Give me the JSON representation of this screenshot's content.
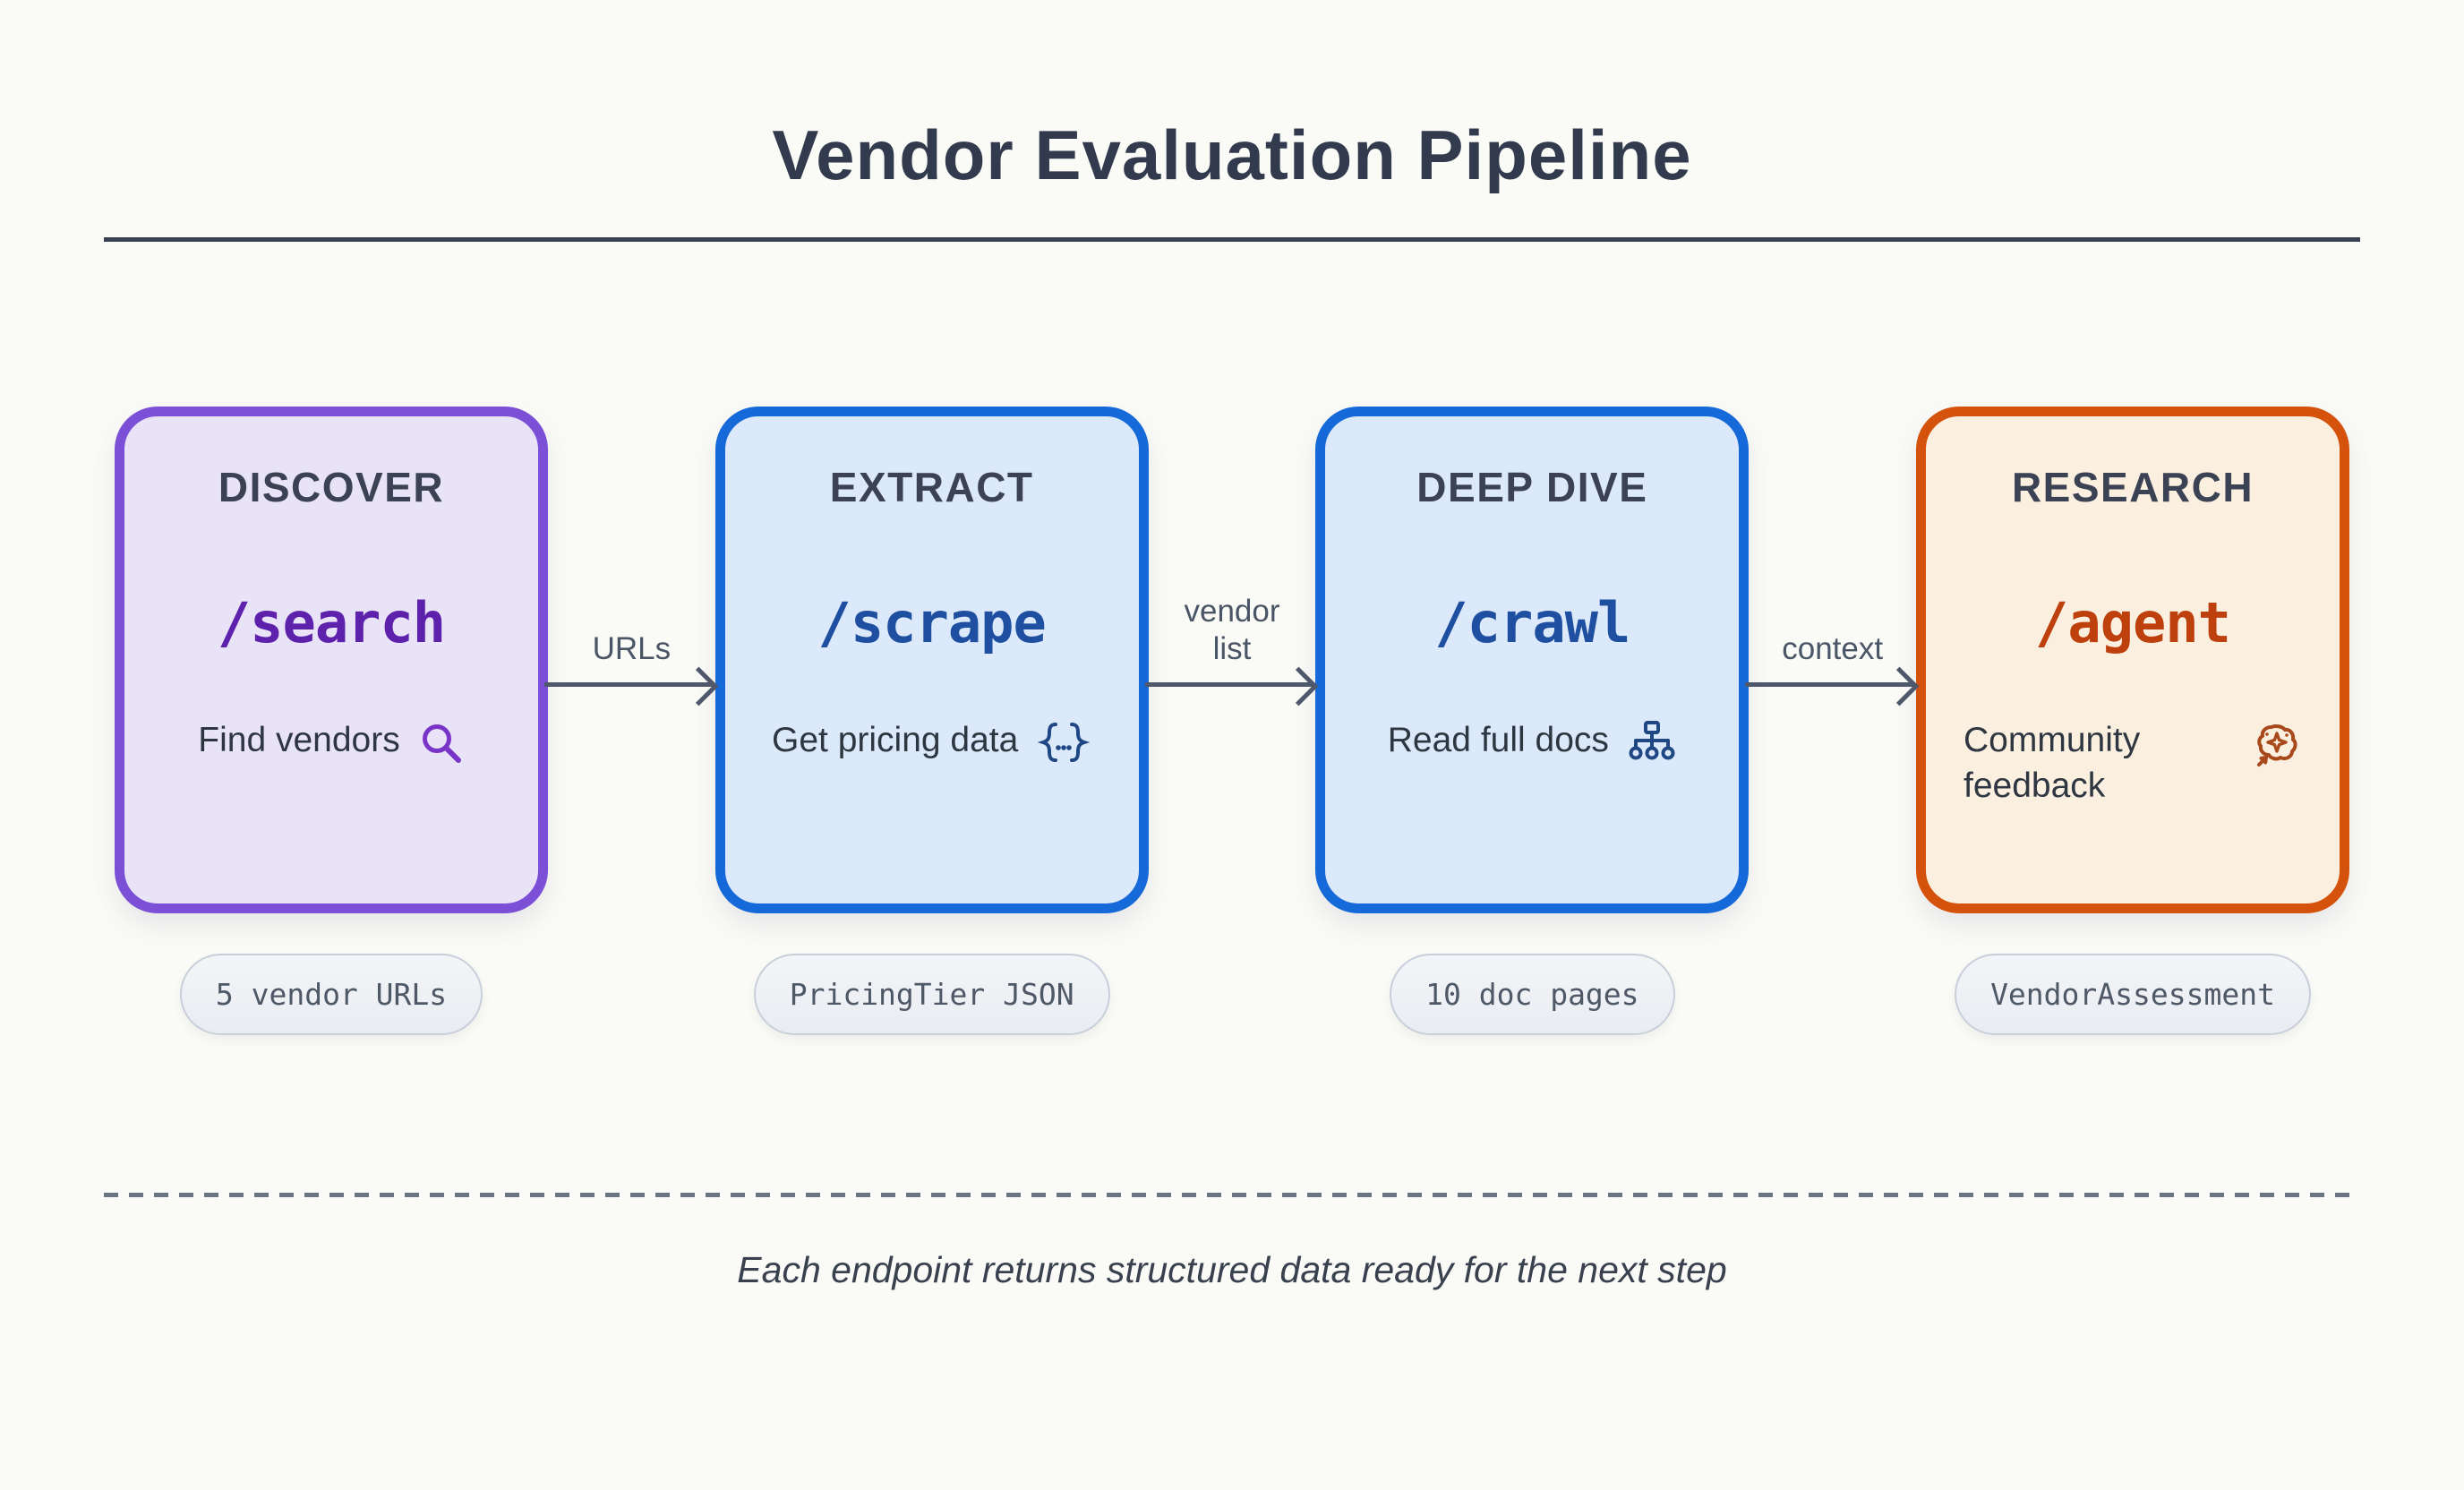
{
  "title": "Vendor Evaluation Pipeline",
  "stages": [
    {
      "label": "DISCOVER",
      "endpoint": "/search",
      "description": "Find vendors",
      "icon": "magnifier-icon",
      "badge": "5 vendor URLs",
      "theme": "purple"
    },
    {
      "label": "EXTRACT",
      "endpoint": "/scrape",
      "description": "Get pricing data",
      "icon": "json-braces-icon",
      "badge": "PricingTier JSON",
      "theme": "blue"
    },
    {
      "label": "DEEP DIVE",
      "endpoint": "/crawl",
      "description": "Read full docs",
      "icon": "sitemap-icon",
      "badge": "10 doc pages",
      "theme": "blue"
    },
    {
      "label": "RESEARCH",
      "endpoint": "/agent",
      "description": "Community feedback",
      "icon": "brain-sparkle-icon",
      "badge": "VendorAssessment",
      "theme": "orange"
    }
  ],
  "arrows": [
    {
      "label": "URLs"
    },
    {
      "label": "vendor\nlist"
    },
    {
      "label": "context"
    }
  ],
  "footer": {
    "note": "Each endpoint returns structured data ready for the next step"
  },
  "colors": {
    "background": "#FAFAF7",
    "title_text": "#323B4D",
    "heading_text": "#3A4254",
    "body_text": "#2E3641",
    "arrow": "#4E586A",
    "purple_border": "#7B4FD6",
    "purple_fill": "#E9E3F8",
    "purple_endpoint": "#5E21AC",
    "blue_border": "#1569D8",
    "blue_fill": "#DCE9FB",
    "blue_endpoint": "#1E4FA0",
    "orange_border": "#D4520C",
    "orange_fill": "#FBF0E0",
    "orange_endpoint": "#BD400D",
    "badge_bg": "#EDEFF4",
    "badge_border": "#C9CFDA",
    "badge_text": "#4E5866"
  }
}
